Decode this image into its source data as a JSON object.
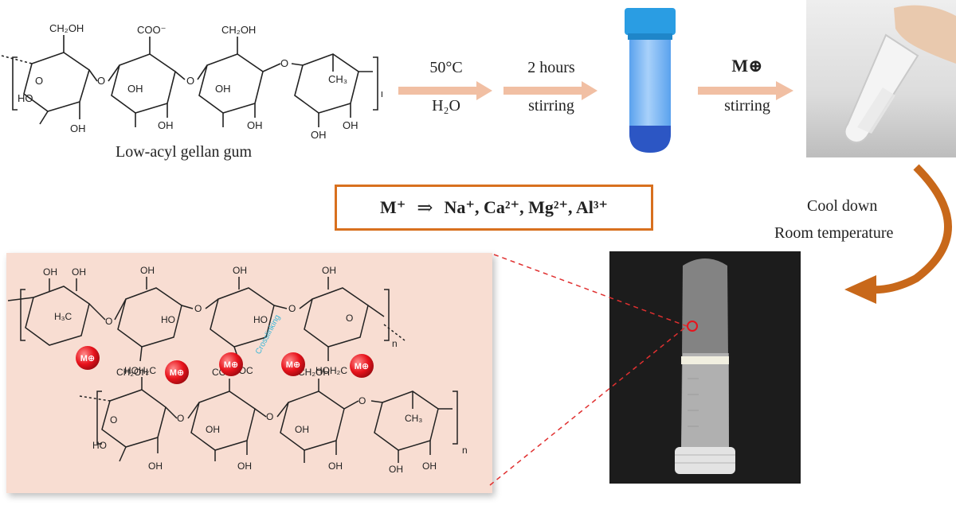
{
  "top_structure": {
    "caption": "Low-acyl gellan gum",
    "groups": [
      "CH₂OH",
      "COO⁻",
      "CH₂OH",
      "CH₃"
    ],
    "oh": "OH",
    "ho": "HO",
    "o": "O",
    "n": "n"
  },
  "steps": [
    {
      "top": "50°C",
      "bottom": "H₂O"
    },
    {
      "top": "2 hours",
      "bottom": "stirring"
    },
    {
      "top": "M⊕",
      "bottom": "stirring"
    }
  ],
  "metal_box": {
    "left": "M⁺",
    "arrow": "⇒",
    "ions": "Na⁺, Ca²⁺, Mg²⁺, Al³⁺"
  },
  "cool_down": {
    "line1": "Cool down",
    "line2": "Room temperature"
  },
  "network": {
    "upper_groups": [
      "H₃C",
      "HOH₂C",
      "⁻OOC",
      "HOH₂C"
    ],
    "lower_groups": [
      "CH₂OH",
      "COO⁻",
      "CH₂OH",
      "CH₃"
    ],
    "ion_label": "M⊕",
    "crosslink_label": "Crosslinking",
    "oh": "OH",
    "ho": "HO",
    "o": "O",
    "n": "n"
  },
  "colors": {
    "arrow": "#f1bfa3",
    "box_border": "#d8701e",
    "curve_arrow": "#c8681a",
    "network_bg": "#f8ddd2",
    "ion": "#e8131c",
    "dashed": "#e03030",
    "tube_blue": "#7fb8f2",
    "cap_blue": "#2a9de3"
  }
}
